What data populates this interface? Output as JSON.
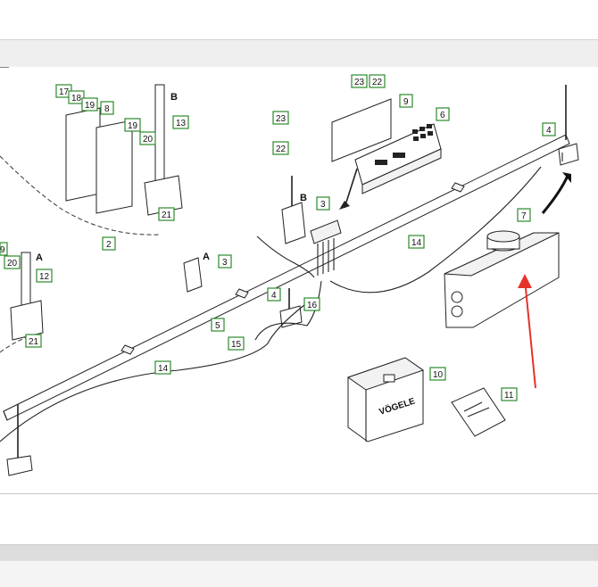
{
  "diagram": {
    "callouts": [
      "17",
      "18",
      "19",
      "8",
      "19",
      "20",
      "13",
      "21",
      "2",
      "9",
      "20",
      "12",
      "21",
      "23",
      "22",
      "9",
      "23",
      "22",
      "6",
      "3",
      "3",
      "4",
      "5",
      "16",
      "15",
      "14",
      "4",
      "7",
      "14",
      "10",
      "11"
    ],
    "section_letters": [
      "B",
      "B",
      "A",
      "A"
    ],
    "case_brand": "VÖGELE"
  },
  "colors": {
    "callout_border": "#2b8a2b",
    "highlight_arrow": "#e5332a",
    "toolbar": "#efefef",
    "bottom_bar": "#dcdcdc"
  }
}
